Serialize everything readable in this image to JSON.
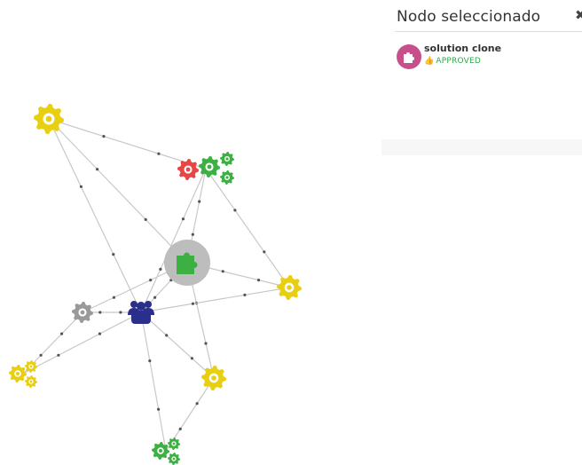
{
  "panel": {
    "title": "Nodo seleccionado",
    "close_icon": "close-icon",
    "selected_node": {
      "name": "solution clone",
      "status": "APPROVED",
      "status_icon": "thumbs-up-icon",
      "avatar_icon": "puzzle-icon",
      "avatar_color": "#c94f8a",
      "status_color": "#2fa84f"
    }
  },
  "graph": {
    "colors": {
      "yellow": "#e8cf12",
      "red": "#e84545",
      "green": "#3cb043",
      "gray": "#9a9a9a",
      "navy": "#2a2f8c",
      "edge": "#c8c8c8",
      "highlight": "#bdbdbd"
    },
    "nodes": [
      {
        "id": "n1",
        "icon": "gear-icon",
        "color": "yellow",
        "kind": "single"
      },
      {
        "id": "n2",
        "icon": "gears-icon",
        "color": "mixed",
        "kind": "multi"
      },
      {
        "id": "n3",
        "icon": "puzzle-icon",
        "color": "green",
        "kind": "solution",
        "selected": true
      },
      {
        "id": "n4",
        "icon": "gear-icon",
        "color": "yellow",
        "kind": "single"
      },
      {
        "id": "n5",
        "icon": "users-icon",
        "color": "navy",
        "kind": "users"
      },
      {
        "id": "n6",
        "icon": "gear-icon",
        "color": "gray",
        "kind": "single"
      },
      {
        "id": "n7",
        "icon": "gears-icon",
        "color": "yellow",
        "kind": "multi"
      },
      {
        "id": "n8",
        "icon": "gear-icon",
        "color": "yellow",
        "kind": "single"
      },
      {
        "id": "n9",
        "icon": "gears-icon",
        "color": "green",
        "kind": "multi"
      }
    ],
    "edges": [
      [
        "n1",
        "n2"
      ],
      [
        "n1",
        "n3"
      ],
      [
        "n1",
        "n5"
      ],
      [
        "n2",
        "n3"
      ],
      [
        "n2",
        "n5"
      ],
      [
        "n2",
        "n4"
      ],
      [
        "n3",
        "n4"
      ],
      [
        "n3",
        "n5"
      ],
      [
        "n3",
        "n6"
      ],
      [
        "n3",
        "n8"
      ],
      [
        "n5",
        "n4"
      ],
      [
        "n5",
        "n6"
      ],
      [
        "n5",
        "n7"
      ],
      [
        "n5",
        "n8"
      ],
      [
        "n5",
        "n9"
      ],
      [
        "n8",
        "n9"
      ],
      [
        "n6",
        "n7"
      ]
    ]
  }
}
